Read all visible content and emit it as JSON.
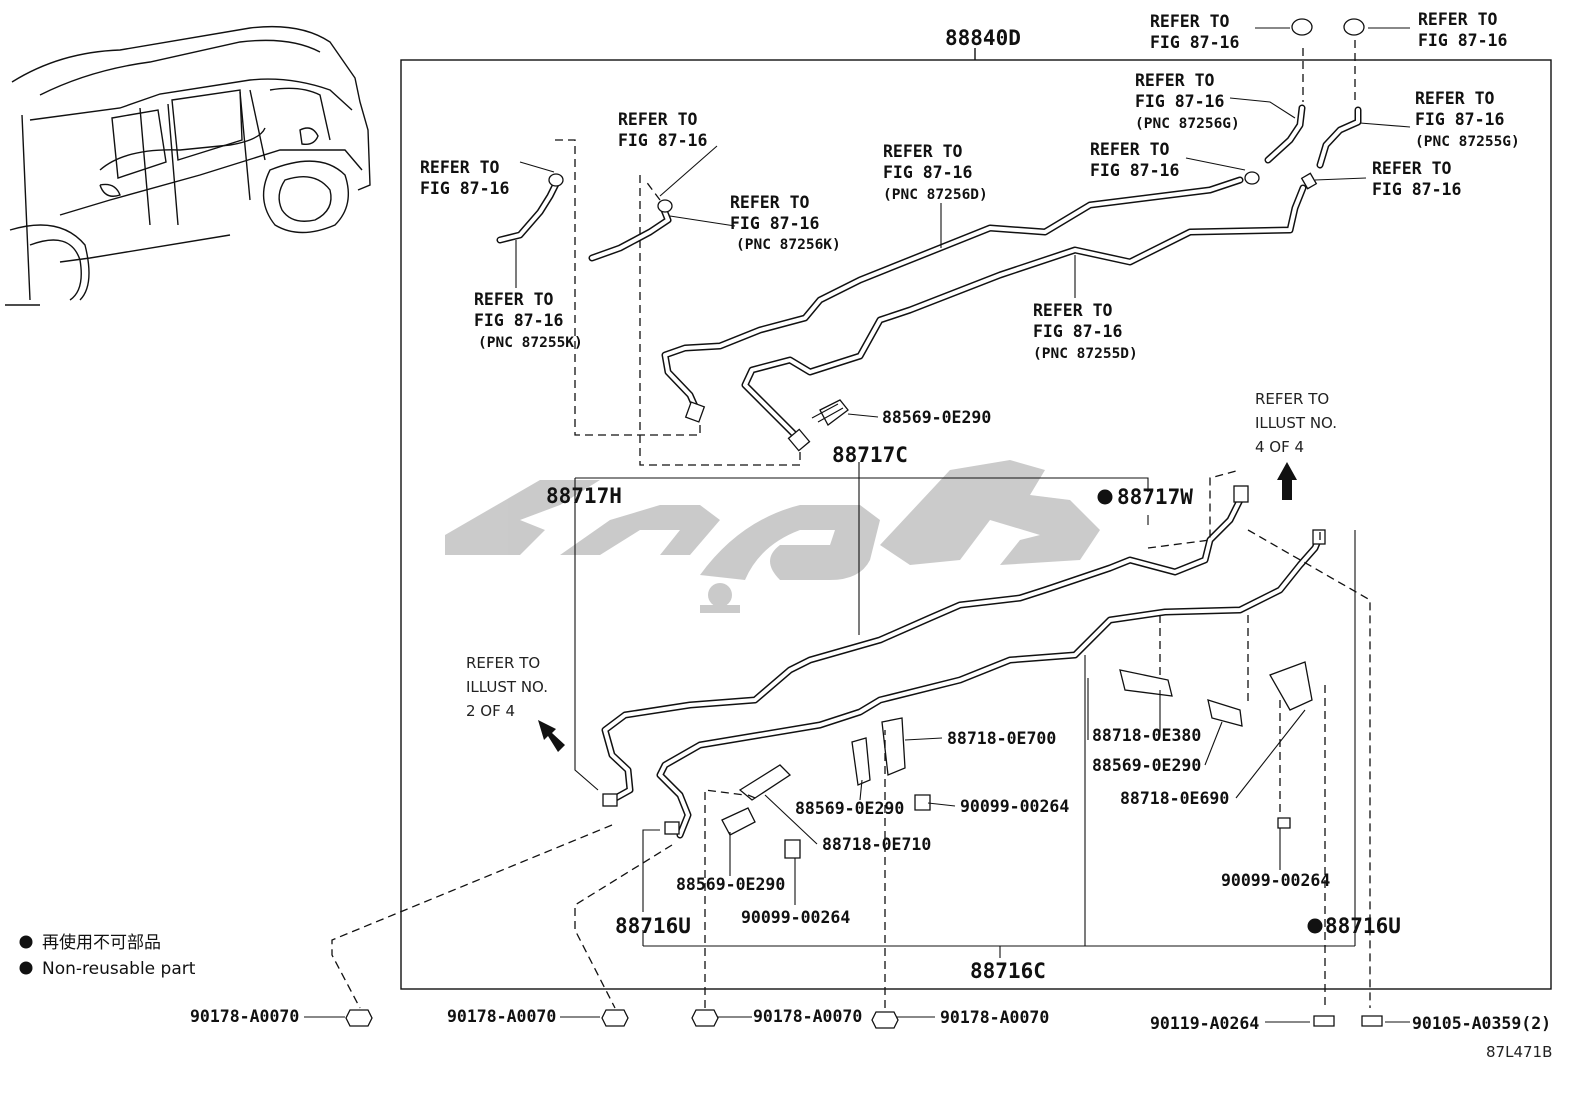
{
  "diagram": {
    "main_group": "88840D",
    "refer_fig": {
      "r1": [
        "REFER TO",
        "FIG 87-16"
      ],
      "r2": [
        "REFER TO",
        "FIG 87-16"
      ],
      "r3": [
        "REFER TO",
        "FIG 87-16",
        "(PNC 87256G)"
      ],
      "r4": [
        "REFER TO",
        "FIG 87-16",
        "(PNC 87255G)"
      ],
      "r5": [
        "REFER TO",
        "FIG 87-16"
      ],
      "r6": [
        "REFER TO",
        "FIG 87-16"
      ],
      "r7": [
        "REFER TO",
        "FIG 87-16",
        "(PNC 87256D)"
      ],
      "r8": [
        "REFER TO",
        "FIG 87-16"
      ],
      "r9": [
        "REFER TO",
        "FIG 87-16"
      ],
      "r10": [
        "REFER TO",
        "FIG 87-16",
        "(PNC 87256K)"
      ],
      "r11": [
        "REFER TO",
        "FIG 87-16",
        "(PNC 87255K)"
      ],
      "r12": [
        "REFER TO",
        "FIG 87-16",
        "(PNC 87255D)"
      ]
    },
    "refer_illust": {
      "i4": [
        "REFER TO",
        "ILLUST NO.",
        "4 OF 4"
      ],
      "i2": [
        "REFER TO",
        "ILLUST NO.",
        "2 OF 4"
      ]
    },
    "parts": {
      "p88569_top": "88569-0E290",
      "p88717C": "88717C",
      "p88717H": "88717H",
      "p88717W": "88717W",
      "p88718_0E700": "88718-0E700",
      "p88718_0E380": "88718-0E380",
      "p88569_mid": "88569-0E290",
      "p88569_center": "88569-0E290",
      "p90099_center": "90099-00264",
      "p88718_0E690": "88718-0E690",
      "p88718_0E710": "88718-0E710",
      "p88569_left": "88569-0E290",
      "p90099_left": "90099-00264",
      "p90099_right": "90099-00264",
      "p88716U_left": "88716U",
      "p88716U_right": "88716U",
      "p88716C": "88716C"
    },
    "bolts": {
      "b1": "90178-A0070",
      "b2": "90178-A0070",
      "b3": "90178-A0070",
      "b4": "90178-A0070",
      "b5": "90119-A0264",
      "b6": "90105-A0359(2)"
    },
    "legend": {
      "jp": "再使用不可部品",
      "en": "Non-reusable part"
    },
    "illustration_code": "87L471B"
  }
}
